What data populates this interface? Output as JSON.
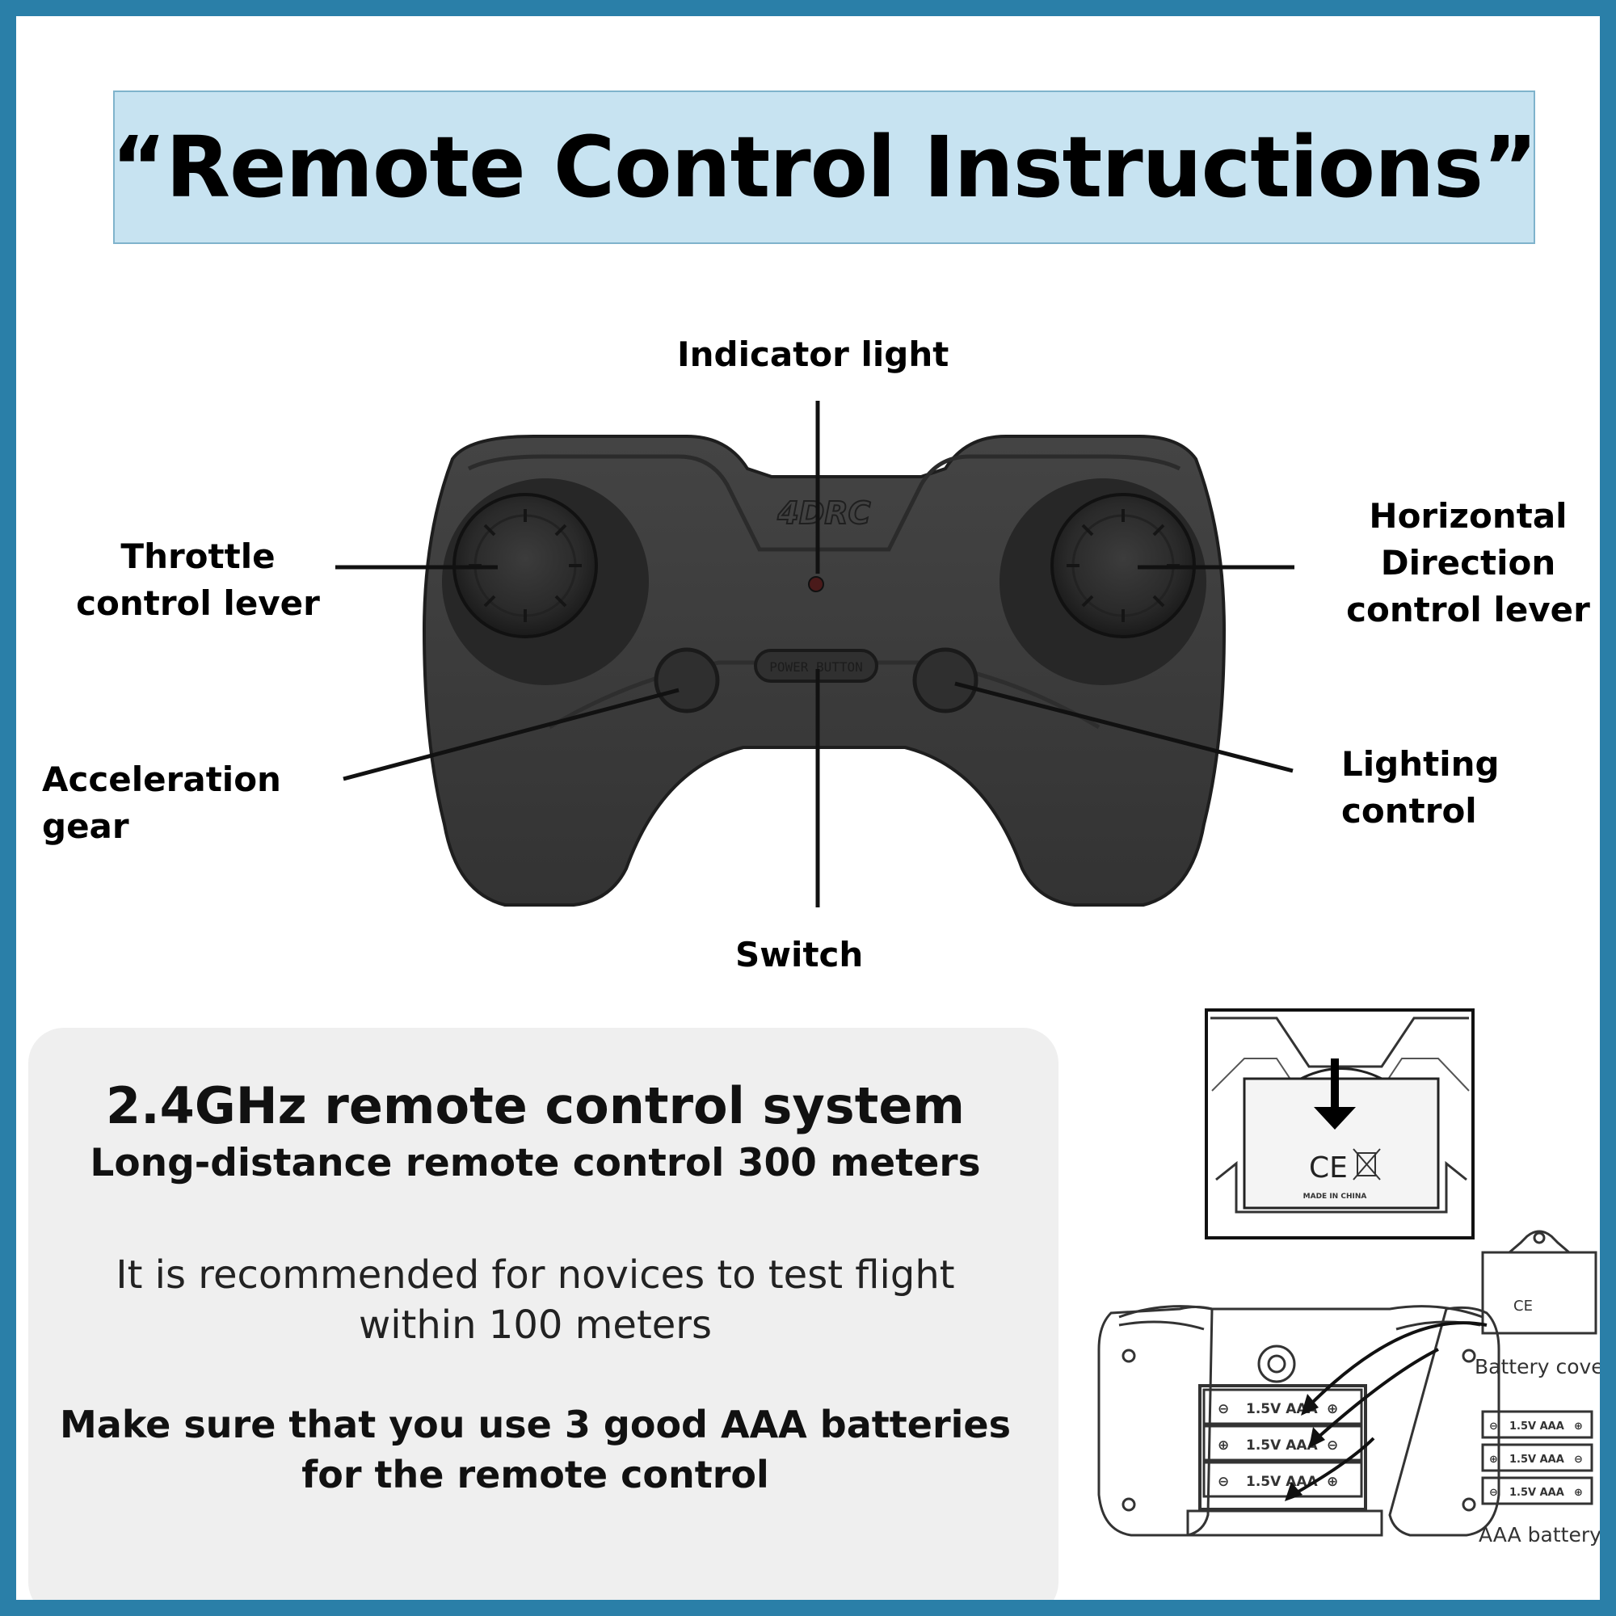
{
  "title": "“Remote Control Instructions”",
  "remote": {
    "brand_logo": "4DRC",
    "power_button_text": "POWER BUTTON"
  },
  "callouts": {
    "indicator_light": "Indicator light",
    "throttle_line1": "Throttle",
    "throttle_line2": "control lever",
    "horizontal_line1": "Horizontal",
    "horizontal_line2": "Direction",
    "horizontal_line3": "control lever",
    "acceleration_line1": "Acceleration",
    "acceleration_line2": "gear",
    "lighting_line1": "Lighting",
    "lighting_line2": "control",
    "switch": "Switch"
  },
  "info": {
    "title": "2.4GHz remote control system",
    "subtitle": "Long-distance remote control 300 meters",
    "recommendation": "It is recommended for novices to test flight within 100 meters",
    "warning": "Make sure that you use 3 good AAA batteries for the remote control"
  },
  "battery_diagram": {
    "ce_mark": "CE",
    "made_in": "MADE IN CHINA",
    "battery_label": "1.5V AAA",
    "battery_cover_label": "Battery cover",
    "aaa_battery_label": "AAA battery"
  },
  "colors": {
    "frame": "#2a7fa8",
    "title_bg": "#c7e3f1",
    "remote_body": "#3a3a3a",
    "panel_bg": "#efefef"
  }
}
